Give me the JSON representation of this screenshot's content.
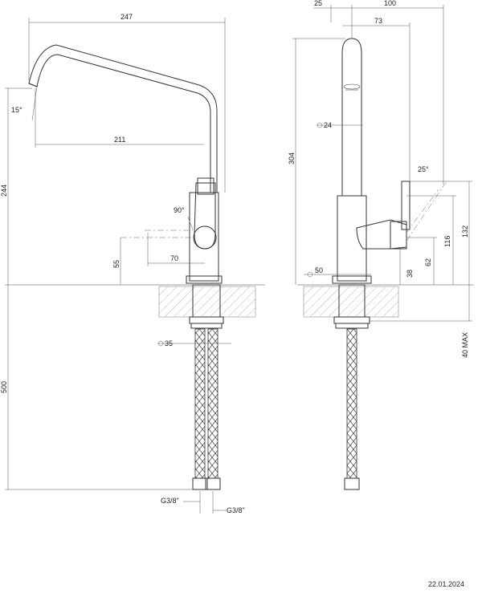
{
  "front_view": {
    "dims": {
      "width_247": "247",
      "reach_211": "211",
      "height_244": "244",
      "angle_15": "15°",
      "angle_90": "90°",
      "lever_70": "70",
      "lever_55": "55",
      "base_diam_35": "35",
      "hose_500": "500",
      "thread_left": "G3/8\"",
      "thread_right": "G3/8\""
    }
  },
  "side_view": {
    "dims": {
      "top_25": "25",
      "top_100": "100",
      "top_73": "73",
      "height_304": "304",
      "diam_24": "24",
      "angle_25": "25°",
      "base_diam_50": "50",
      "lever_38": "38",
      "lever_62": "62",
      "lever_116": "116",
      "lever_132": "132",
      "counter_max": "40 MAX"
    }
  },
  "footer": {
    "date": "22.01.2024"
  }
}
